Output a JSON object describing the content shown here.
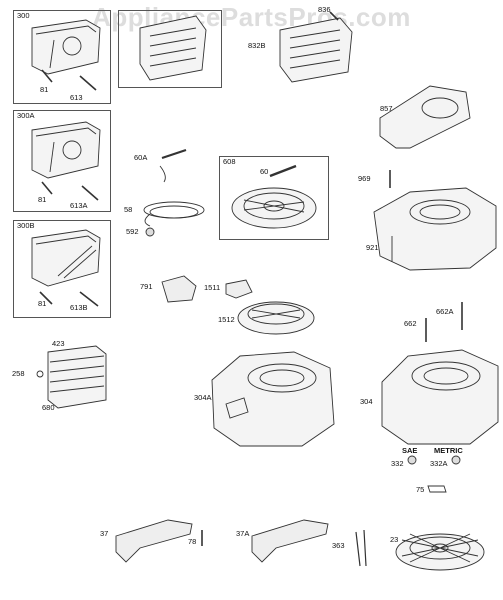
{
  "watermark": "AppliancePartsPros.com",
  "boxes": {
    "b300": "300",
    "b300a": "300A",
    "b300b": "300B",
    "b608": "608"
  },
  "labels": {
    "p836": "836",
    "p832b": "832B",
    "p81a": "81",
    "p613": "613",
    "p857": "857",
    "p81b": "81",
    "p613a": "613A",
    "p60a": "60A",
    "p60": "60",
    "p969": "969",
    "p58": "58",
    "p592": "592",
    "p921": "921",
    "p81c": "81",
    "p613b": "613B",
    "p791": "791",
    "p1511": "1511",
    "p1512": "1512",
    "p662": "662",
    "p662a": "662A",
    "p423": "423",
    "p258": "258",
    "p680": "680",
    "p304a": "304A",
    "p304": "304",
    "p332": "332",
    "p332a": "332A",
    "p75": "75",
    "p37": "37",
    "p78": "78",
    "p37a": "37A",
    "p363": "363",
    "p23": "23"
  },
  "headers": {
    "sae": "SAE",
    "metric": "METRIC"
  }
}
